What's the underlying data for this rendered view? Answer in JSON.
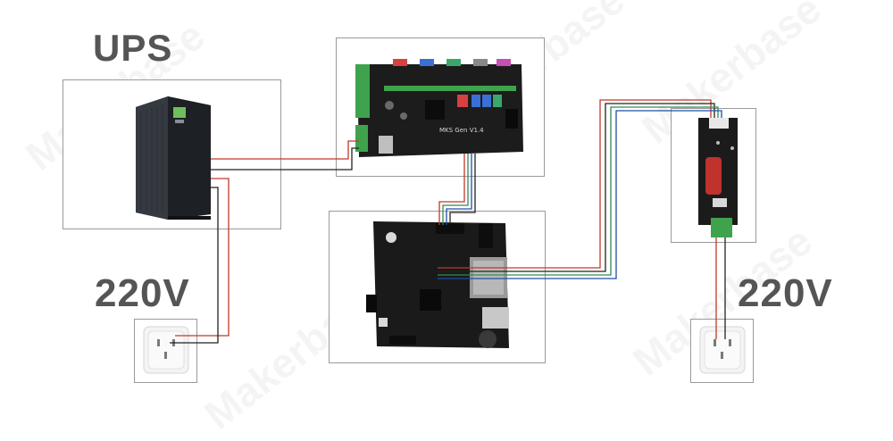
{
  "labels": {
    "ups": "UPS",
    "voltage_left": "220V",
    "voltage_right": "220V"
  },
  "board_silkscreen": {
    "main_board": "MKS Gen V1.4"
  },
  "watermark": "Makerbase",
  "colors": {
    "wire_red": "#c0392b",
    "wire_black": "#222222",
    "wire_green": "#2e8b57",
    "wire_blue": "#1f4fa8",
    "pcb": "#1c1c1c",
    "terminal_green": "#3fa34d",
    "ups_body": "#2a2d33",
    "label_gray": "#555555",
    "box_border": "#9a9a9a"
  },
  "icons": {
    "ups_unit": "ups-cabinet-icon",
    "outlet": "wall-socket-icon",
    "relay": "relay-module-icon"
  }
}
